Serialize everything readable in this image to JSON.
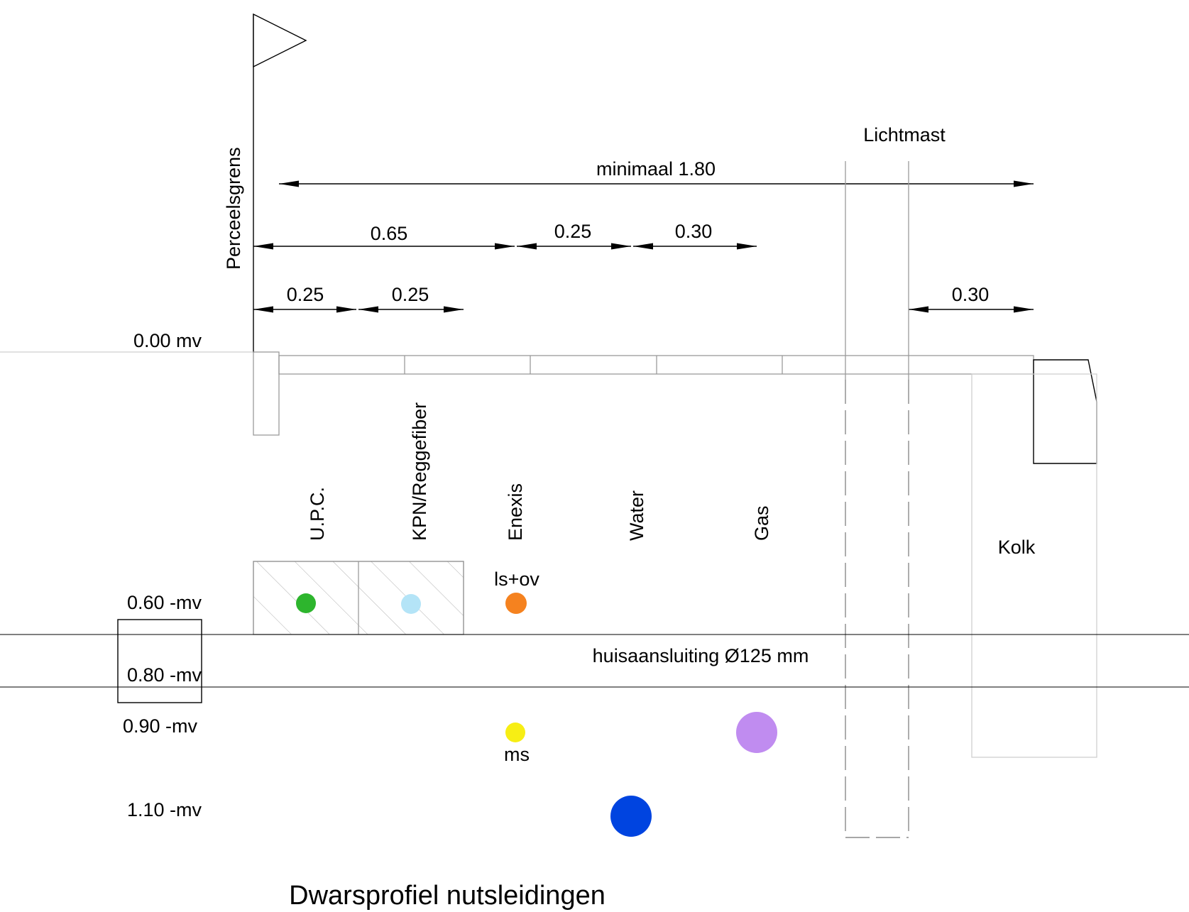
{
  "title": "Dwarsprofiel nutsleidingen",
  "labels": {
    "perceelsgrens": "Perceelsgrens",
    "lichtmast": "Lichtmast",
    "kolk": "Kolk",
    "huisaansluiting": "huisaansluiting Ø125 mm"
  },
  "levels": {
    "l000": "0.00 mv",
    "l060": "0.60 -mv",
    "l080": "0.80 -mv",
    "l090": "0.90 -mv",
    "l110": "1.10 -mv"
  },
  "dimensions": {
    "minimaal": "minimaal 1.80",
    "d065": "0.65",
    "d025_mid": "0.25",
    "d030_mid": "0.30",
    "d025_a": "0.25",
    "d025_b": "0.25",
    "d030_right": "0.30"
  },
  "utilities": {
    "upc": "U.P.C.",
    "kpn": "KPN/Reggefiber",
    "enexis": "Enexis",
    "water": "Water",
    "gas": "Gas"
  },
  "cable_labels": {
    "ls_ov": "ls+ov",
    "ms": "ms"
  },
  "colors": {
    "upc": "#2db52d",
    "kpn": "#b4e4f7",
    "ls_ov": "#f5821f",
    "ms": "#f7ee14",
    "gas": "#c08cf0",
    "water": "#0044e0"
  }
}
